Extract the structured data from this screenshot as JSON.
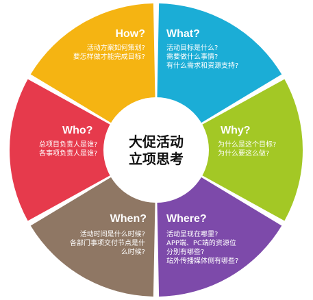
{
  "center": {
    "line1": "大促活动",
    "line2": "立项思考"
  },
  "segments": [
    {
      "key": "what",
      "color": "#1badd6",
      "title": "What?",
      "lines": [
        "活动目标是什么?",
        "需要做什么事情?",
        "有什么需求和资源支持?"
      ]
    },
    {
      "key": "why",
      "color": "#a3c825",
      "title": "Why?",
      "lines": [
        "为什么是这个目标?",
        "为什么要这么做?"
      ]
    },
    {
      "key": "where",
      "color": "#7d4aaa",
      "title": "Where?",
      "lines": [
        "活动呈现在哪里?",
        "APP端、PC端的资源位",
        "分别有哪些?",
        "站外传播媒体侧有哪些?"
      ]
    },
    {
      "key": "when",
      "color": "#8f7764",
      "title": "When?",
      "lines": [
        "活动时间是什么时候?",
        "各部门事项交付节点是什",
        "么时候?"
      ]
    },
    {
      "key": "who",
      "color": "#e63a4c",
      "title": "Who?",
      "lines": [
        "总项目负责人是谁?",
        "各事项负责人是谁?"
      ]
    },
    {
      "key": "how",
      "color": "#f5b412",
      "title": "How?",
      "lines": [
        "活动方案如何策划?",
        "要怎样做才能完成目标?"
      ]
    }
  ]
}
